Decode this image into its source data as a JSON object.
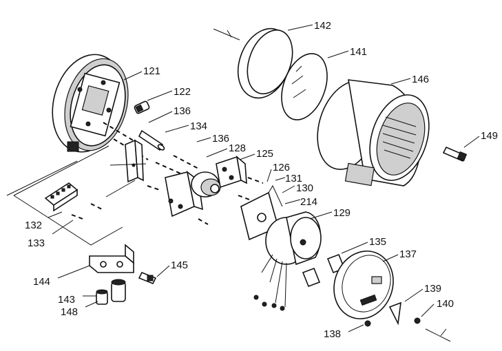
{
  "callouts": [
    {
      "id": "c121",
      "text": "121"
    },
    {
      "id": "c122",
      "text": "122"
    },
    {
      "id": "c136a",
      "text": "136"
    },
    {
      "id": "c134",
      "text": "134"
    },
    {
      "id": "c136b",
      "text": "136"
    },
    {
      "id": "c128",
      "text": "128"
    },
    {
      "id": "c125",
      "text": "125"
    },
    {
      "id": "c126",
      "text": "126"
    },
    {
      "id": "c131",
      "text": "131"
    },
    {
      "id": "c130",
      "text": "130"
    },
    {
      "id": "c214",
      "text": "214"
    },
    {
      "id": "c129",
      "text": "129"
    },
    {
      "id": "c142",
      "text": "142"
    },
    {
      "id": "c141",
      "text": "141"
    },
    {
      "id": "c146",
      "text": "146"
    },
    {
      "id": "c149",
      "text": "149"
    },
    {
      "id": "c132",
      "text": "132"
    },
    {
      "id": "c133",
      "text": "133"
    },
    {
      "id": "c144",
      "text": "144"
    },
    {
      "id": "c145",
      "text": "145"
    },
    {
      "id": "c143",
      "text": "143"
    },
    {
      "id": "c148",
      "text": "148"
    },
    {
      "id": "c135",
      "text": "135"
    },
    {
      "id": "c137",
      "text": "137"
    },
    {
      "id": "c139",
      "text": "139"
    },
    {
      "id": "c140",
      "text": "140"
    },
    {
      "id": "c138",
      "text": "138"
    }
  ]
}
